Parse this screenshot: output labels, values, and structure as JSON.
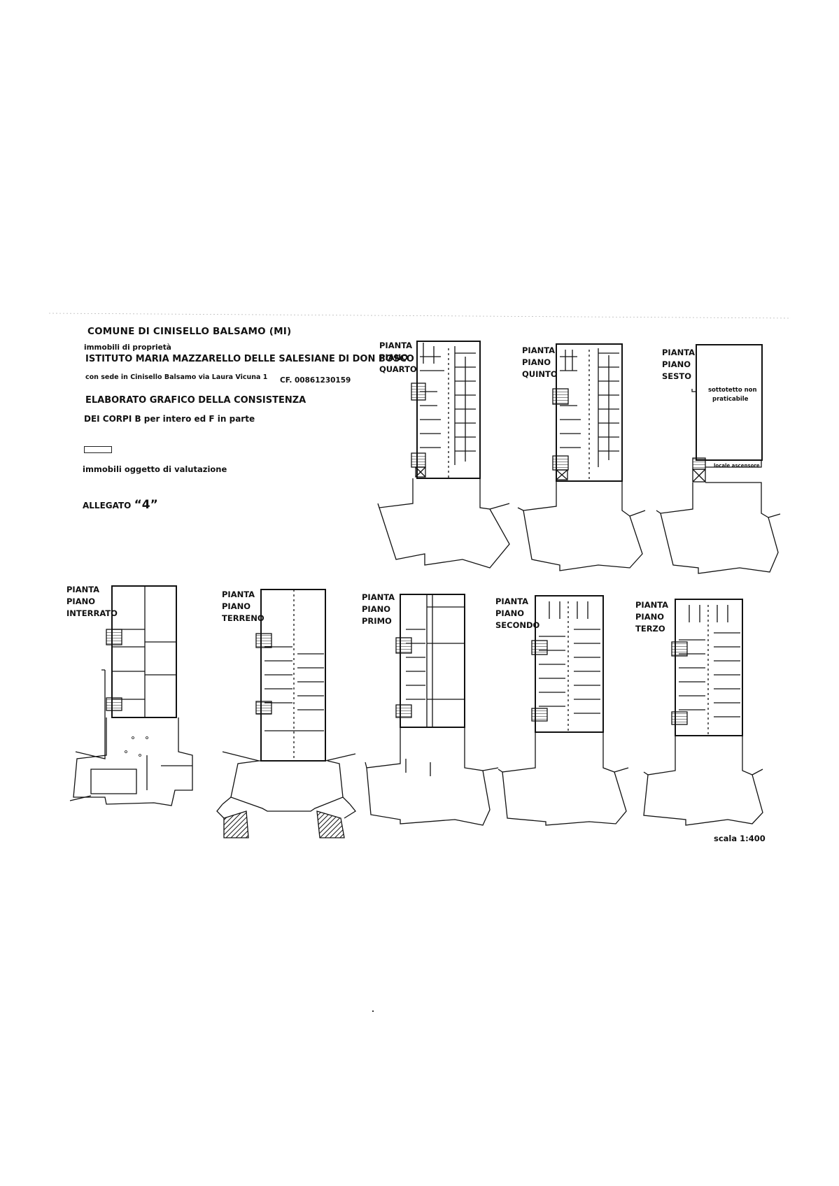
{
  "header": {
    "line1": "COMUNE DI CINISELLO BALSAMO   (MI)",
    "line2": "immobili di proprietà",
    "line3": "ISTITUTO MARIA MAZZARELLO DELLE SALESIANE DI DON BOSCO",
    "line4": "con sede in Cinisello Balsamo   via Laura Vicuna 1",
    "cf": "CF. 00861230159",
    "line5": "ELABORATO GRAFICO DELLA CONSISTENZA",
    "line6": "DEI CORPI  B per intero ed  F in parte"
  },
  "legend": {
    "text": "immobili oggetto di valutazione"
  },
  "allegato": {
    "label": "ALLEGATO",
    "number": "“4”"
  },
  "scale": "scala  1:400",
  "plans": [
    {
      "id": "quarto",
      "lines": [
        "PIANTA",
        "PIANO",
        "QUARTO"
      ]
    },
    {
      "id": "quinto",
      "lines": [
        "PIANTA",
        "PIANO",
        "QUINTO"
      ]
    },
    {
      "id": "sesto",
      "lines": [
        "PIANTA",
        "PIANO",
        "SESTO"
      ],
      "notes": [
        "sottotetto non",
        "praticabile",
        "locale ascensore"
      ]
    },
    {
      "id": "interrato",
      "lines": [
        "PIANTA",
        "PIANO",
        "INTERRATO"
      ]
    },
    {
      "id": "terreno",
      "lines": [
        "PIANTA",
        "PIANO",
        "TERRENO"
      ]
    },
    {
      "id": "primo",
      "lines": [
        "PIANTA",
        "PIANO",
        "PRIMO"
      ]
    },
    {
      "id": "secondo",
      "lines": [
        "PIANTA",
        "PIANO",
        "SECONDO"
      ]
    },
    {
      "id": "terzo",
      "lines": [
        "PIANTA",
        "PIANO",
        "TERZO"
      ]
    }
  ],
  "colors": {
    "ink": "#111111",
    "paper": "#ffffff"
  }
}
